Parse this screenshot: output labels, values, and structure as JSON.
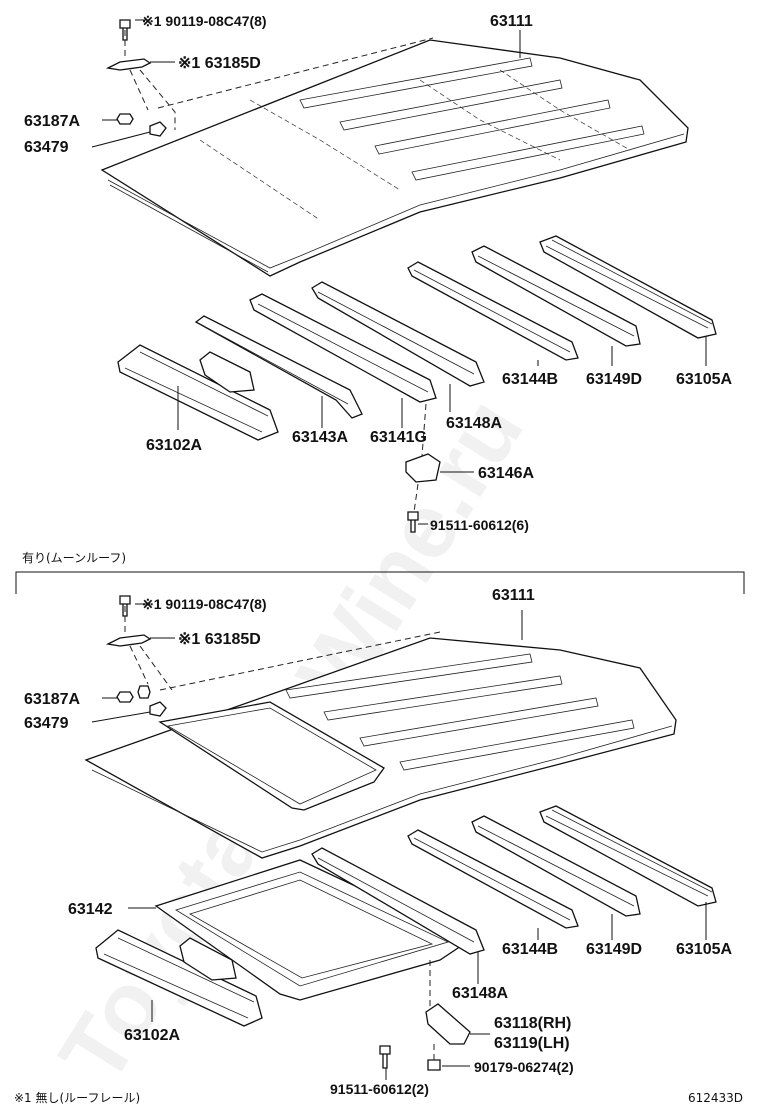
{
  "watermark": "ToyotaCarWine.ru",
  "top": {
    "labels": {
      "l_90119": "※1 90119-08C47(8)",
      "l_63185d": "※1 63185D",
      "l_63187a": "63187A",
      "l_63479": "63479",
      "l_63111": "63111",
      "l_63102a": "63102A",
      "l_63143a": "63143A",
      "l_63141g": "63141G",
      "l_63148a": "63148A",
      "l_63144b": "63144B",
      "l_63149d": "63149D",
      "l_63105a": "63105A",
      "l_63146a": "63146A",
      "l_91511": "91511-60612(6)"
    }
  },
  "section_caption": "有り(ムーンルーフ)",
  "bottom": {
    "labels": {
      "l_90119": "※1 90119-08C47(8)",
      "l_63185d": "※1 63185D",
      "l_63187a": "63187A",
      "l_63479": "63479",
      "l_63111": "63111",
      "l_63142": "63142",
      "l_63144b": "63144B",
      "l_63149d": "63149D",
      "l_63105a": "63105A",
      "l_63102a": "63102A",
      "l_63148a": "63148A",
      "l_63118": "63118(RH)",
      "l_63119": "63119(LH)",
      "l_90179": "90179-06274(2)",
      "l_91511": "91511-60612(2)"
    }
  },
  "footnote": "※1 無し(ルーフレール)",
  "diagram_code": "612433D"
}
